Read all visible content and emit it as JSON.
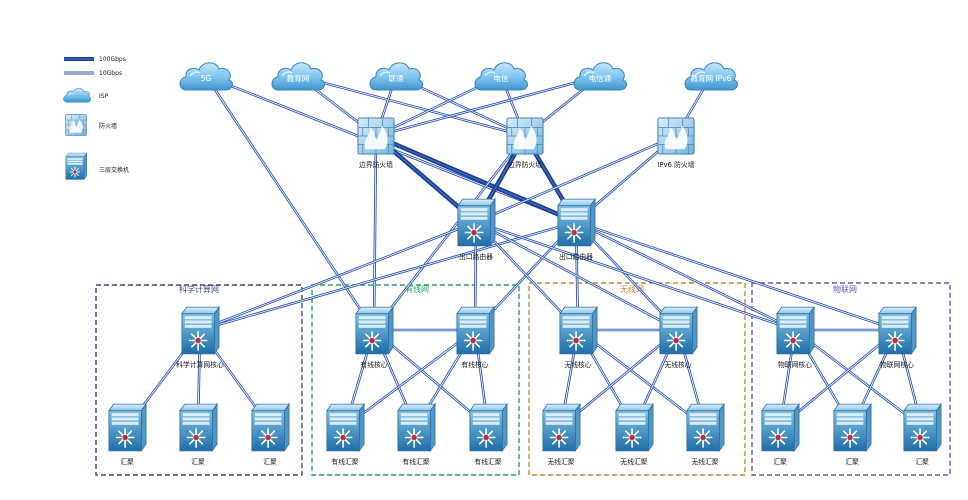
{
  "legend": [
    {
      "label": "100Gbps",
      "kind": "thick-line"
    },
    {
      "label": "10Gbps",
      "kind": "double-line"
    },
    {
      "label": "ISP",
      "kind": "cloud-icon"
    },
    {
      "label": "防火墙",
      "kind": "firewall-icon"
    },
    {
      "label": "三层交换机",
      "kind": "switch-icon"
    }
  ],
  "isps": [
    {
      "id": "isp-5g",
      "label": "5G"
    },
    {
      "id": "isp-edu",
      "label": "教育网"
    },
    {
      "id": "isp-unicom",
      "label": "联通"
    },
    {
      "id": "isp-telecom",
      "label": "电信"
    },
    {
      "id": "isp-telecom-2",
      "label": "电信通"
    },
    {
      "id": "isp-edu-ipv6",
      "label": "教育网 IPv6"
    }
  ],
  "firewalls": [
    {
      "id": "fw-1",
      "label": "边界防火墙"
    },
    {
      "id": "fw-2",
      "label": "边界防火墙"
    },
    {
      "id": "fw-v6",
      "label": "IPv6 防火墙"
    }
  ],
  "routers": [
    {
      "id": "rt-1",
      "label": "出口路由器"
    },
    {
      "id": "rt-2",
      "label": "出口路由器"
    }
  ],
  "zones": [
    {
      "id": "zone-sci",
      "label": "科学计算网",
      "color": "#3d4a7a"
    },
    {
      "id": "zone-wired",
      "label": "有线网",
      "color": "#27a36a"
    },
    {
      "id": "zone-wireless",
      "label": "无线网",
      "color": "#c9853a"
    },
    {
      "id": "zone-iot",
      "label": "物联网",
      "color": "#6b57a8"
    }
  ],
  "cores": [
    {
      "id": "core-sci",
      "label": "科学计算网核心"
    },
    {
      "id": "core-w1",
      "label": "有线核心"
    },
    {
      "id": "core-w2",
      "label": "有线核心"
    },
    {
      "id": "core-l1",
      "label": "无线核心"
    },
    {
      "id": "core-l2",
      "label": "无线核心"
    },
    {
      "id": "core-i1",
      "label": "物联网核心"
    },
    {
      "id": "core-i2",
      "label": "物联网核心"
    }
  ],
  "aggregations": [
    {
      "id": "agg-s1",
      "label": "汇聚"
    },
    {
      "id": "agg-s2",
      "label": "汇聚"
    },
    {
      "id": "agg-s3",
      "label": "汇聚"
    },
    {
      "id": "agg-w1",
      "label": "有线汇聚"
    },
    {
      "id": "agg-w2",
      "label": "有线汇聚"
    },
    {
      "id": "agg-w3",
      "label": "有线汇聚"
    },
    {
      "id": "agg-l1",
      "label": "无线汇聚"
    },
    {
      "id": "agg-l2",
      "label": "无线汇聚"
    },
    {
      "id": "agg-l3",
      "label": "无线汇聚"
    },
    {
      "id": "agg-i1",
      "label": "汇聚"
    },
    {
      "id": "agg-i2",
      "label": "汇聚"
    },
    {
      "id": "agg-i3",
      "label": "汇聚"
    }
  ],
  "links": [
    {
      "from": "isp-5g",
      "to": "rt-2",
      "speed": "10Gbps"
    },
    {
      "from": "isp-5g",
      "to": "core-w1",
      "speed": "10Gbps"
    },
    {
      "from": "isp-edu",
      "to": "fw-1",
      "speed": "10Gbps"
    },
    {
      "from": "isp-edu",
      "to": "fw-2",
      "speed": "10Gbps"
    },
    {
      "from": "isp-unicom",
      "to": "fw-1",
      "speed": "10Gbps"
    },
    {
      "from": "isp-unicom",
      "to": "fw-2",
      "speed": "10Gbps"
    },
    {
      "from": "isp-telecom",
      "to": "fw-1",
      "speed": "10Gbps"
    },
    {
      "from": "isp-telecom",
      "to": "fw-2",
      "speed": "10Gbps"
    },
    {
      "from": "isp-telecom-2",
      "to": "fw-1",
      "speed": "10Gbps"
    },
    {
      "from": "isp-telecom-2",
      "to": "fw-2",
      "speed": "10Gbps"
    },
    {
      "from": "isp-edu-ipv6",
      "to": "fw-v6",
      "speed": "10Gbps"
    },
    {
      "from": "fw-1",
      "to": "rt-1",
      "speed": "100Gbps"
    },
    {
      "from": "fw-1",
      "to": "rt-2",
      "speed": "100Gbps"
    },
    {
      "from": "fw-2",
      "to": "rt-1",
      "speed": "100Gbps"
    },
    {
      "from": "fw-2",
      "to": "rt-2",
      "speed": "100Gbps"
    },
    {
      "from": "fw-v6",
      "to": "rt-1",
      "speed": "10Gbps"
    },
    {
      "from": "fw-v6",
      "to": "rt-2",
      "speed": "10Gbps"
    },
    {
      "from": "fw-1",
      "to": "core-w1",
      "speed": "10Gbps"
    },
    {
      "from": "fw-2",
      "to": "core-w1",
      "speed": "10Gbps"
    },
    {
      "from": "rt-1",
      "to": "core-sci",
      "speed": "10Gbps"
    },
    {
      "from": "rt-2",
      "to": "core-sci",
      "speed": "10Gbps"
    },
    {
      "from": "rt-1",
      "to": "core-w2",
      "speed": "10Gbps"
    },
    {
      "from": "rt-2",
      "to": "core-w2",
      "speed": "10Gbps"
    },
    {
      "from": "rt-1",
      "to": "core-l1",
      "speed": "10Gbps"
    },
    {
      "from": "rt-2",
      "to": "core-l1",
      "speed": "10Gbps"
    },
    {
      "from": "rt-1",
      "to": "core-l2",
      "speed": "10Gbps"
    },
    {
      "from": "rt-2",
      "to": "core-l2",
      "speed": "10Gbps"
    },
    {
      "from": "rt-1",
      "to": "core-i1",
      "speed": "10Gbps"
    },
    {
      "from": "rt-2",
      "to": "core-i1",
      "speed": "10Gbps"
    },
    {
      "from": "rt-2",
      "to": "core-i2",
      "speed": "10Gbps"
    },
    {
      "from": "core-sci",
      "to": "agg-s1",
      "speed": "10Gbps"
    },
    {
      "from": "core-sci",
      "to": "agg-s2",
      "speed": "10Gbps"
    },
    {
      "from": "core-sci",
      "to": "agg-s3",
      "speed": "10Gbps"
    },
    {
      "from": "core-w1",
      "to": "core-w2",
      "speed": "10Gbps"
    },
    {
      "from": "core-w1",
      "to": "agg-w1",
      "speed": "10Gbps"
    },
    {
      "from": "core-w1",
      "to": "agg-w2",
      "speed": "10Gbps"
    },
    {
      "from": "core-w1",
      "to": "agg-w3",
      "speed": "10Gbps"
    },
    {
      "from": "core-w2",
      "to": "agg-w1",
      "speed": "10Gbps"
    },
    {
      "from": "core-w2",
      "to": "agg-w2",
      "speed": "10Gbps"
    },
    {
      "from": "core-w2",
      "to": "agg-w3",
      "speed": "10Gbps"
    },
    {
      "from": "core-l1",
      "to": "core-l2",
      "speed": "10Gbps"
    },
    {
      "from": "core-l1",
      "to": "agg-l1",
      "speed": "10Gbps"
    },
    {
      "from": "core-l1",
      "to": "agg-l2",
      "speed": "10Gbps"
    },
    {
      "from": "core-l1",
      "to": "agg-l3",
      "speed": "10Gbps"
    },
    {
      "from": "core-l2",
      "to": "agg-l1",
      "speed": "10Gbps"
    },
    {
      "from": "core-l2",
      "to": "agg-l2",
      "speed": "10Gbps"
    },
    {
      "from": "core-l2",
      "to": "agg-l3",
      "speed": "10Gbps"
    },
    {
      "from": "core-i1",
      "to": "core-i2",
      "speed": "10Gbps"
    },
    {
      "from": "core-i1",
      "to": "agg-i1",
      "speed": "10Gbps"
    },
    {
      "from": "core-i1",
      "to": "agg-i2",
      "speed": "10Gbps"
    },
    {
      "from": "core-i1",
      "to": "agg-i3",
      "speed": "10Gbps"
    },
    {
      "from": "core-i2",
      "to": "agg-i1",
      "speed": "10Gbps"
    },
    {
      "from": "core-i2",
      "to": "agg-i2",
      "speed": "10Gbps"
    },
    {
      "from": "core-i2",
      "to": "agg-i3",
      "speed": "10Gbps"
    }
  ]
}
